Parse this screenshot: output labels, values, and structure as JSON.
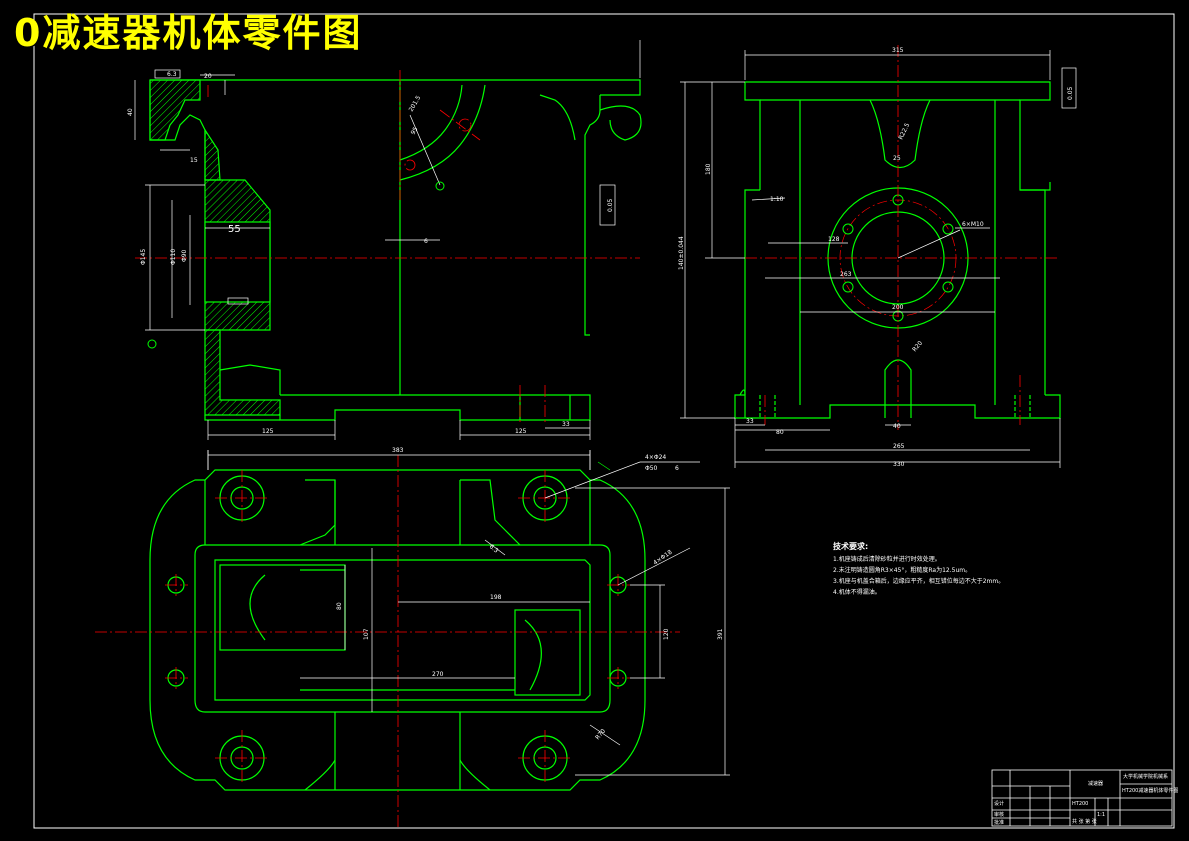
{
  "title": "0减速器机体零件图",
  "colors": {
    "background": "#000000",
    "outline": "#00ff00",
    "centerline": "#ff0000",
    "dimension": "#ffffff",
    "title": "#ffff00"
  },
  "front_view": {
    "dims": {
      "d_145": "Φ145",
      "d_110": "Φ110",
      "d_90": "Φ90",
      "w_55": "55",
      "h_20": "20",
      "h_15": "15",
      "h_40": "40",
      "r_201": "201.5",
      "r_95": "95",
      "c_6": "6",
      "w_125a": "125",
      "w_125b": "125",
      "w_33": "33",
      "ra_63": "6.3",
      "tol": "0.05"
    }
  },
  "side_view": {
    "dims": {
      "w_315": "315",
      "h_140": "140±0.044",
      "h_180": "180",
      "r_22": "R22.5",
      "s_25": "25",
      "d_128": "128",
      "d_6x10": "6×M10",
      "d_263": "263",
      "d_200": "200",
      "r_20": "R20",
      "b_33": "33",
      "b_80": "80",
      "b_40": "40",
      "b_265": "265",
      "b_330": "330",
      "slope": "1:10",
      "tol": "0.05"
    }
  },
  "plan_view": {
    "dims": {
      "w_383": "383",
      "h_391": "391",
      "d_4x24": "4×Φ24",
      "d_50": "Φ50",
      "c_6": "6",
      "h_4x18": "4×Φ18",
      "w_198": "198",
      "h_107": "107",
      "w_270": "270",
      "h_80": "80",
      "h_120": "120",
      "r_270": "R70",
      "ra": "6.3"
    }
  },
  "technical_requirements": {
    "heading": "技术要求:",
    "items": [
      "1.机座铸成后清除砂粒并进行时效处理。",
      "2.未注明铸造圆角R3×45°，粗糙度Ra为12.5um。",
      "3.机座与机盖合箱后，边缘应平齐，相互错位每边不大于2mm。",
      "4.机体不得漏油。"
    ]
  },
  "title_block": {
    "school": "大学机械学院机械系",
    "part_name": "减速器",
    "drawing_name": "HT200减速器机体零件图",
    "material": "HT200",
    "scale": "1:1",
    "sheet": "共 张 第 张",
    "designer": "设计",
    "checker": "审核",
    "approver": "批准"
  }
}
